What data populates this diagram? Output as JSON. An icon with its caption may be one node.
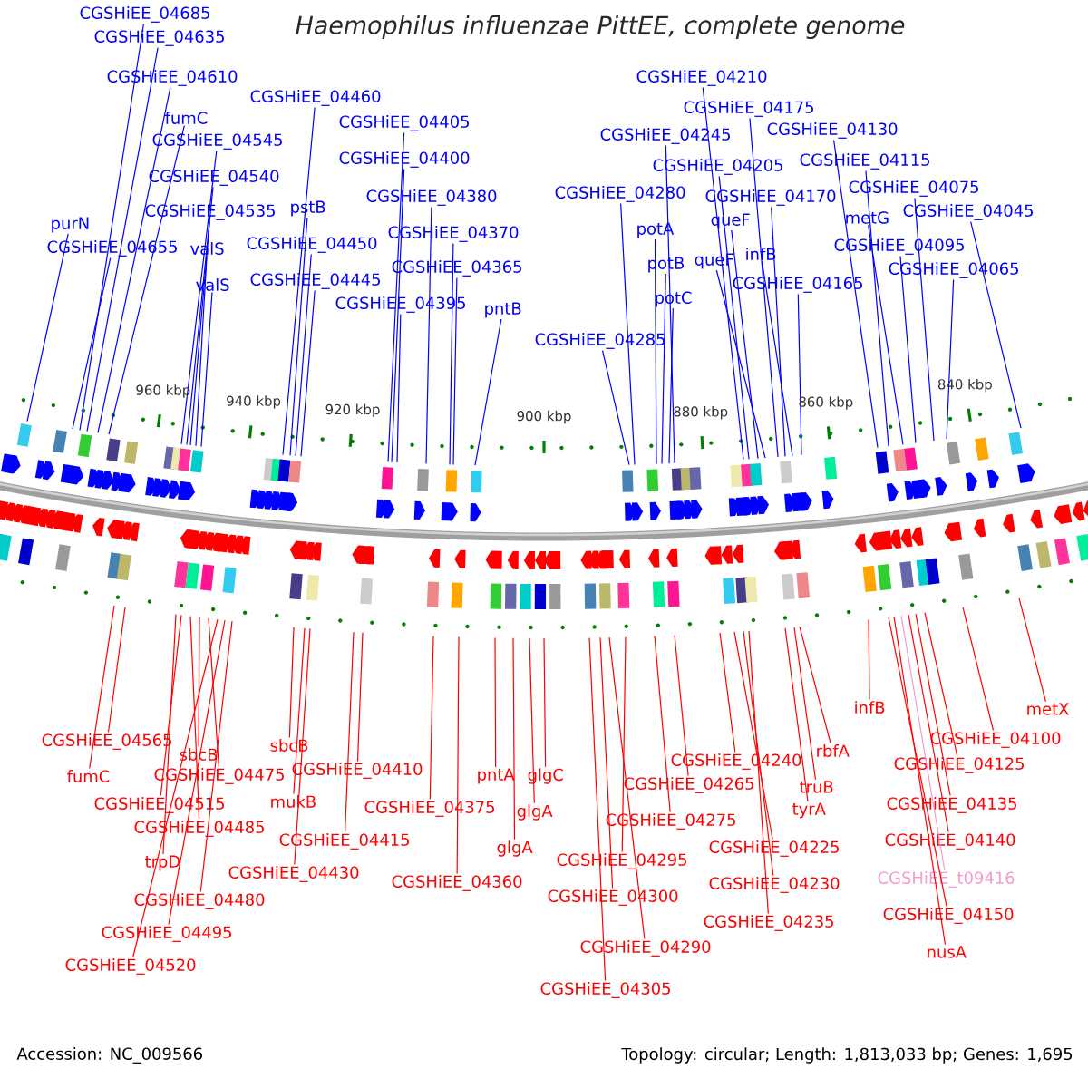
{
  "diagram": {
    "title": "Haemophilus influenzae PittEE, complete genome",
    "nodes": [
      {
        "text": [
          "CGSHiEE_04685"
        ]
      },
      {
        "text": [
          "CGSHiEE_04635"
        ]
      },
      {
        "text": [
          "CGSHiEE_04210"
        ]
      },
      {
        "text": [
          "CGSHiEE_04610"
        ]
      },
      {
        "text": [
          "CGSHiEE_04460"
        ]
      },
      {
        "text": [
          "CGSHiEE_04175"
        ]
      },
      {
        "text": [
          "fumC"
        ]
      },
      {
        "text": [
          "CGSHiEE_04405"
        ]
      },
      {
        "text": [
          "CGSHiEE_04130"
        ]
      },
      {
        "text": [
          "CGSHiEE_04245"
        ]
      },
      {
        "text": [
          "CGSHiEE_04545"
        ]
      },
      {
        "text": [
          "CGSHiEE_04400"
        ]
      },
      {
        "text": [
          "CGSHiEE_04115"
        ]
      },
      {
        "text": [
          "CGSHiEE_04205"
        ]
      },
      {
        "text": [
          "CGSHiEE_04540"
        ]
      },
      {
        "text": [
          "CGSHiEE_04075"
        ]
      },
      {
        "text": [
          "CGSHiEE_04280"
        ]
      },
      {
        "text": [
          "CGSHiEE_04380"
        ]
      },
      {
        "text": [
          "CGSHiEE_04170"
        ]
      },
      {
        "text": [
          "pstB"
        ]
      },
      {
        "text": [
          "CGSHiEE_04535"
        ]
      },
      {
        "text": [
          "CGSHiEE_04045"
        ]
      },
      {
        "text": [
          "metG"
        ]
      },
      {
        "text": [
          "queF"
        ]
      },
      {
        "text": [
          "purN"
        ]
      },
      {
        "text": [
          "potA"
        ]
      },
      {
        "text": [
          "CGSHiEE_04370"
        ]
      },
      {
        "text": [
          "CGSHiEE_04450"
        ]
      },
      {
        "text": [
          "CGSHiEE_04095"
        ]
      },
      {
        "text": [
          "CGSHiEE_04655"
        ]
      },
      {
        "text": [
          "valS"
        ]
      },
      {
        "text": [
          "infB"
        ]
      },
      {
        "text": [
          "queF"
        ]
      },
      {
        "text": [
          "potB"
        ]
      },
      {
        "text": [
          "CGSHiEE_04365"
        ]
      },
      {
        "text": [
          "CGSHiEE_04065"
        ]
      },
      {
        "text": [
          "valS"
        ]
      },
      {
        "text": [
          "CGSHiEE_04445"
        ]
      },
      {
        "text": [
          "CGSHiEE_04165"
        ]
      },
      {
        "text": [
          "potC"
        ]
      },
      {
        "text": [
          "CGSHiEE_04395"
        ]
      },
      {
        "text": [
          "pntB"
        ]
      },
      {
        "text": [
          "CGSHiEE_04285"
        ]
      },
      {
        "text": [
          "infB"
        ]
      },
      {
        "text": [
          "metX"
        ]
      },
      {
        "text": [
          "CGSHiEE_04100"
        ]
      },
      {
        "text": [
          "CGSHiEE_04565"
        ]
      },
      {
        "text": [
          "sbcB"
        ]
      },
      {
        "text": [
          "rbfA"
        ]
      },
      {
        "text": [
          "sbcB"
        ]
      },
      {
        "text": [
          "CGSHiEE_04240"
        ]
      },
      {
        "text": [
          "CGSHiEE_04125"
        ]
      },
      {
        "text": [
          "CGSHiEE_04410"
        ]
      },
      {
        "text": [
          "fumC"
        ]
      },
      {
        "text": [
          "CGSHiEE_04475"
        ]
      },
      {
        "text": [
          "pntA"
        ]
      },
      {
        "text": [
          "glgC"
        ]
      },
      {
        "text": [
          "CGSHiEE_04265"
        ]
      },
      {
        "text": [
          "truB"
        ]
      },
      {
        "text": [
          "CGSHiEE_04515"
        ]
      },
      {
        "text": [
          "CGSHiEE_04135"
        ]
      },
      {
        "text": [
          "mukB"
        ]
      },
      {
        "text": [
          "CGSHiEE_04375"
        ]
      },
      {
        "text": [
          "tyrA"
        ]
      },
      {
        "text": [
          "glgA"
        ]
      },
      {
        "text": [
          "CGSHiEE_04275"
        ]
      },
      {
        "text": [
          "CGSHiEE_04485"
        ]
      },
      {
        "text": [
          "CGSHiEE_04415"
        ]
      },
      {
        "text": [
          "CGSHiEE_04140"
        ]
      },
      {
        "text": [
          "glgA"
        ]
      },
      {
        "text": [
          "CGSHiEE_04225"
        ]
      },
      {
        "text": [
          "CGSHiEE_t09416"
        ]
      },
      {
        "text": [
          "CGSHiEE_04295"
        ]
      },
      {
        "text": [
          "trpD"
        ]
      },
      {
        "text": [
          "CGSHiEE_04430"
        ]
      },
      {
        "text": [
          "CGSHiEE_04360"
        ]
      },
      {
        "text": [
          "CGSHiEE_04230"
        ]
      },
      {
        "text": [
          "CGSHiEE_04300"
        ]
      },
      {
        "text": [
          "CGSHiEE_04480"
        ]
      },
      {
        "text": [
          "CGSHiEE_04150"
        ]
      },
      {
        "text": [
          "CGSHiEE_04235"
        ]
      },
      {
        "text": [
          "CGSHiEE_04495"
        ]
      },
      {
        "text": [
          "CGSHiEE_04290"
        ]
      },
      {
        "text": [
          "nusA"
        ]
      },
      {
        "text": [
          "CGSHiEE_04520"
        ]
      },
      {
        "text": [
          "CGSHiEE_04305"
        ]
      }
    ],
    "edges": [
      {
        "from": 0,
        "to": null,
        "arrow": "none",
        "color": "#0000ff"
      },
      {
        "from": 1,
        "to": null,
        "arrow": "none",
        "color": "#0000ff"
      },
      {
        "from": 2,
        "to": null,
        "arrow": "none",
        "color": "#0000ff"
      },
      {
        "from": 3,
        "to": null,
        "arrow": "none",
        "color": "#0000ff"
      },
      {
        "from": 4,
        "to": null,
        "arrow": "none",
        "color": "#0000ff"
      },
      {
        "from": 5,
        "to": null,
        "arrow": "none",
        "color": "#0000ff"
      },
      {
        "from": 6,
        "to": null,
        "arrow": "none",
        "color": "#0000ff"
      },
      {
        "from": 7,
        "to": null,
        "arrow": "none",
        "color": "#0000ff"
      },
      {
        "from": 8,
        "to": null,
        "arrow": "none",
        "color": "#0000ff"
      },
      {
        "from": 9,
        "to": null,
        "arrow": "none",
        "color": "#0000ff"
      },
      {
        "from": 10,
        "to": null,
        "arrow": "none",
        "color": "#0000ff"
      },
      {
        "from": 11,
        "to": null,
        "arrow": "none",
        "color": "#0000ff"
      },
      {
        "from": 12,
        "to": null,
        "arrow": "none",
        "color": "#0000ff"
      },
      {
        "from": 13,
        "to": null,
        "arrow": "none",
        "color": "#0000ff"
      },
      {
        "from": 14,
        "to": null,
        "arrow": "none",
        "color": "#0000ff"
      },
      {
        "from": 15,
        "to": null,
        "arrow": "none",
        "color": "#0000ff"
      },
      {
        "from": 16,
        "to": null,
        "arrow": "none",
        "color": "#0000ff"
      },
      {
        "from": 17,
        "to": null,
        "arrow": "none",
        "color": "#0000ff"
      },
      {
        "from": 18,
        "to": null,
        "arrow": "none",
        "color": "#0000ff"
      },
      {
        "from": 19,
        "to": null,
        "arrow": "none",
        "color": "#0000ff"
      },
      {
        "from": 20,
        "to": null,
        "arrow": "none",
        "color": "#0000ff"
      },
      {
        "from": 21,
        "to": null,
        "arrow": "none",
        "color": "#0000ff"
      },
      {
        "from": 22,
        "to": null,
        "arrow": "none",
        "color": "#0000ff"
      },
      {
        "from": 23,
        "to": null,
        "arrow": "none",
        "color": "#0000ff"
      },
      {
        "from": 24,
        "to": null,
        "arrow": "none",
        "color": "#0000ff"
      },
      {
        "from": 25,
        "to": null,
        "arrow": "none",
        "color": "#0000ff"
      },
      {
        "from": 26,
        "to": null,
        "arrow": "none",
        "color": "#0000ff"
      },
      {
        "from": 27,
        "to": null,
        "arrow": "none",
        "color": "#0000ff"
      },
      {
        "from": 28,
        "to": null,
        "arrow": "none",
        "color": "#0000ff"
      },
      {
        "from": 29,
        "to": null,
        "arrow": "none",
        "color": "#0000ff"
      },
      {
        "from": 30,
        "to": null,
        "arrow": "none",
        "color": "#0000ff"
      },
      {
        "from": 31,
        "to": null,
        "arrow": "none",
        "color": "#0000ff"
      },
      {
        "from": 32,
        "to": null,
        "arrow": "none",
        "color": "#0000ff"
      },
      {
        "from": 33,
        "to": null,
        "arrow": "none",
        "color": "#0000ff"
      },
      {
        "from": 34,
        "to": null,
        "arrow": "none",
        "color": "#0000ff"
      },
      {
        "from": 35,
        "to": null,
        "arrow": "none",
        "color": "#0000ff"
      },
      {
        "from": 36,
        "to": null,
        "arrow": "none",
        "color": "#0000ff"
      },
      {
        "from": 37,
        "to": null,
        "arrow": "none",
        "color": "#0000ff"
      },
      {
        "from": 38,
        "to": null,
        "arrow": "none",
        "color": "#0000ff"
      },
      {
        "from": 39,
        "to": null,
        "arrow": "none",
        "color": "#0000ff"
      },
      {
        "from": 40,
        "to": null,
        "arrow": "none",
        "color": "#0000ff"
      },
      {
        "from": 41,
        "to": null,
        "arrow": "none",
        "color": "#0000ff"
      },
      {
        "from": 42,
        "to": null,
        "arrow": "none",
        "color": "#0000ff"
      },
      {
        "from": 43,
        "to": null,
        "arrow": "none",
        "color": "#ff0000"
      },
      {
        "from": 44,
        "to": null,
        "arrow": "none",
        "color": "#ff0000"
      },
      {
        "from": 45,
        "to": null,
        "arrow": "none",
        "color": "#ff0000"
      },
      {
        "from": 46,
        "to": null,
        "arrow": "none",
        "color": "#ff0000"
      },
      {
        "from": 47,
        "to": null,
        "arrow": "none",
        "color": "#ff0000"
      },
      {
        "from": 48,
        "to": null,
        "arrow": "none",
        "color": "#ff0000"
      },
      {
        "from": 49,
        "to": null,
        "arrow": "none",
        "color": "#ff0000"
      },
      {
        "from": 50,
        "to": null,
        "arrow": "none",
        "color": "#ff0000"
      },
      {
        "from": 51,
        "to": null,
        "arrow": "none",
        "color": "#ff0000"
      },
      {
        "from": 52,
        "to": null,
        "arrow": "none",
        "color": "#ff0000"
      },
      {
        "from": 53,
        "to": null,
        "arrow": "none",
        "color": "#ff0000"
      },
      {
        "from": 54,
        "to": null,
        "arrow": "none",
        "color": "#ff0000"
      },
      {
        "from": 55,
        "to": null,
        "arrow": "none",
        "color": "#ff0000"
      },
      {
        "from": 56,
        "to": null,
        "arrow": "none",
        "color": "#ff0000"
      },
      {
        "from": 57,
        "to": null,
        "arrow": "none",
        "color": "#ff0000"
      },
      {
        "from": 58,
        "to": null,
        "arrow": "none",
        "color": "#ff0000"
      },
      {
        "from": 59,
        "to": null,
        "arrow": "none",
        "color": "#ff0000"
      },
      {
        "from": 60,
        "to": null,
        "arrow": "none",
        "color": "#ff0000"
      },
      {
        "from": 61,
        "to": null,
        "arrow": "none",
        "color": "#ff0000"
      },
      {
        "from": 62,
        "to": null,
        "arrow": "none",
        "color": "#ff0000"
      },
      {
        "from": 63,
        "to": null,
        "arrow": "none",
        "color": "#ff0000"
      },
      {
        "from": 64,
        "to": null,
        "arrow": "none",
        "color": "#ff0000"
      },
      {
        "from": 65,
        "to": null,
        "arrow": "none",
        "color": "#ff0000"
      },
      {
        "from": 66,
        "to": null,
        "arrow": "none",
        "color": "#ff0000"
      },
      {
        "from": 67,
        "to": null,
        "arrow": "none",
        "color": "#ff0000"
      },
      {
        "from": 68,
        "to": null,
        "arrow": "none",
        "color": "#ff0000"
      },
      {
        "from": 69,
        "to": null,
        "arrow": "none",
        "color": "#ff0000"
      },
      {
        "from": 70,
        "to": null,
        "arrow": "none",
        "color": "#ff0000"
      },
      {
        "from": 71,
        "to": null,
        "arrow": "none",
        "color": "#f59ad0"
      },
      {
        "from": 72,
        "to": null,
        "arrow": "none",
        "color": "#ff0000"
      },
      {
        "from": 73,
        "to": null,
        "arrow": "none",
        "color": "#ff0000"
      },
      {
        "from": 74,
        "to": null,
        "arrow": "none",
        "color": "#ff0000"
      },
      {
        "from": 75,
        "to": null,
        "arrow": "none",
        "color": "#ff0000"
      },
      {
        "from": 76,
        "to": null,
        "arrow": "none",
        "color": "#ff0000"
      },
      {
        "from": 77,
        "to": null,
        "arrow": "none",
        "color": "#ff0000"
      },
      {
        "from": 78,
        "to": null,
        "arrow": "none",
        "color": "#ff0000"
      },
      {
        "from": 79,
        "to": null,
        "arrow": "none",
        "color": "#ff0000"
      },
      {
        "from": 80,
        "to": null,
        "arrow": "none",
        "color": "#ff0000"
      },
      {
        "from": 81,
        "to": null,
        "arrow": "none",
        "color": "#ff0000"
      },
      {
        "from": 82,
        "to": null,
        "arrow": "none",
        "color": "#ff0000"
      },
      {
        "from": 83,
        "to": null,
        "arrow": "none",
        "color": "#ff0000"
      },
      {
        "from": 84,
        "to": null,
        "arrow": "none",
        "color": "#ff0000"
      },
      {
        "from": 85,
        "to": null,
        "arrow": "none",
        "color": "#ff0000"
      }
    ],
    "labels": [
      "960 kbp",
      "940 kbp",
      "920 kbp",
      "900 kbp",
      "880 kbp",
      "860 kbp",
      "840 kbp",
      "Accession: NC_009566",
      "Topology: circular; Length: 1,813,033 bp; Genes: 1,695"
    ]
  }
}
